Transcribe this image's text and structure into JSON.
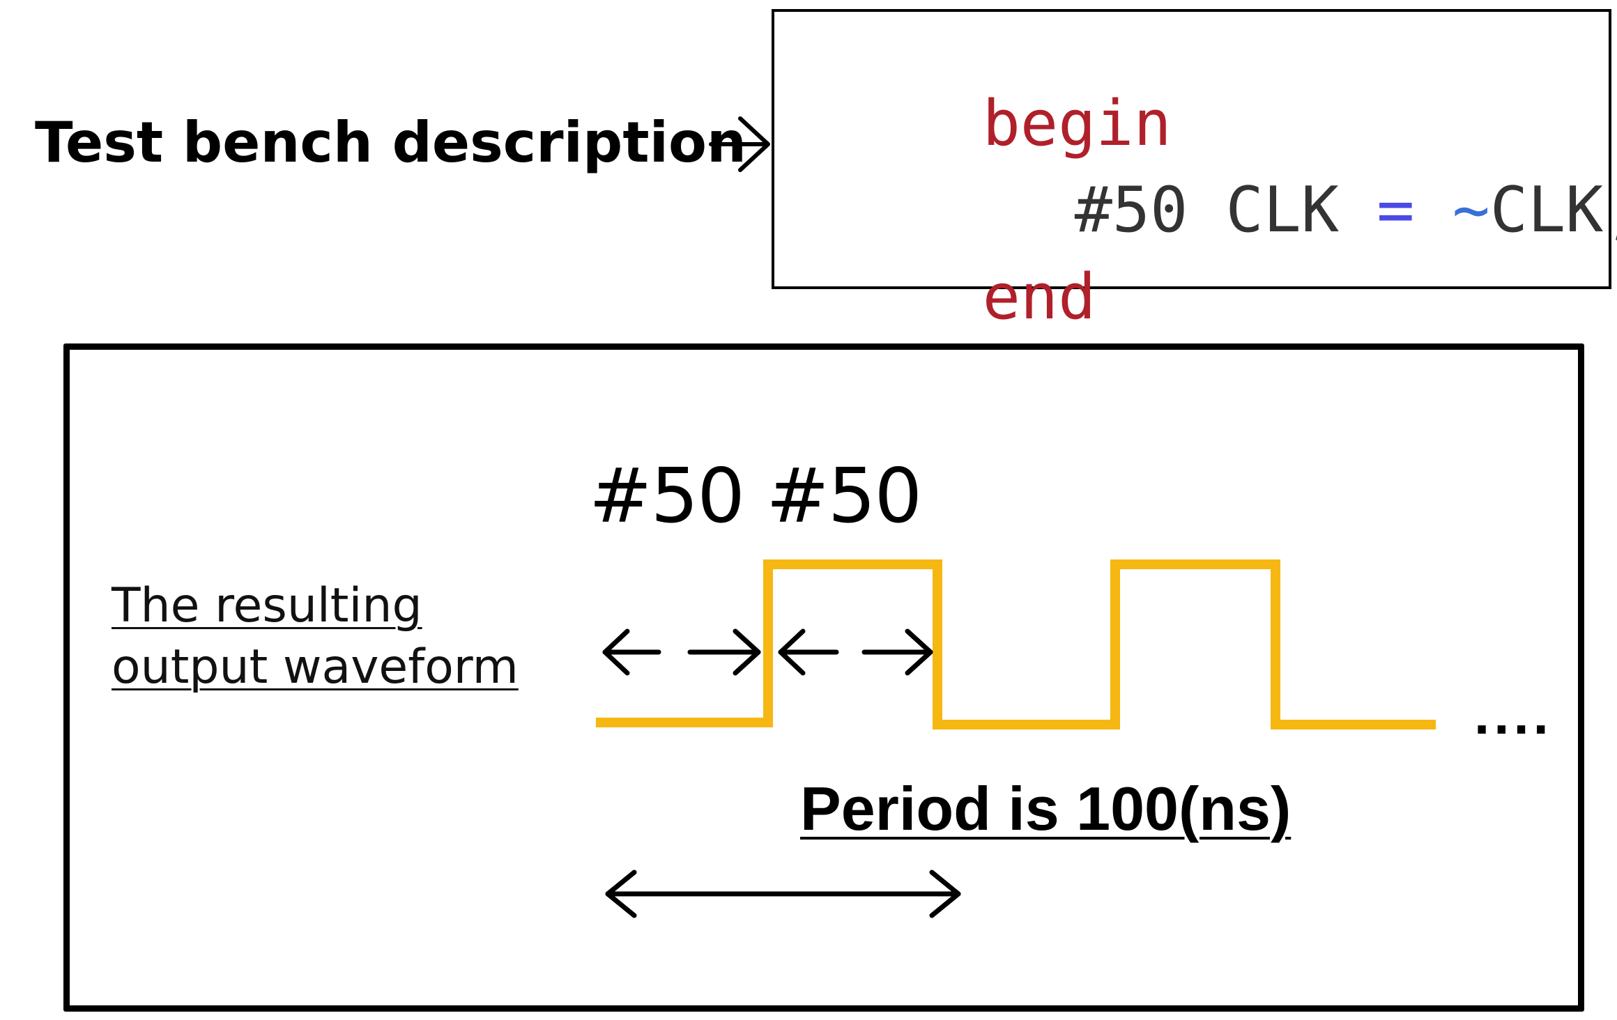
{
  "heading": "Test bench description",
  "code": {
    "line1_kw": "begin",
    "line2_delay": "#50",
    "line2_sig": "CLK",
    "line2_op": "=",
    "line2_tilde": "~",
    "line2_rhs": "CLK;",
    "line3_kw": "end"
  },
  "waveform": {
    "label_line1": "The resulting",
    "label_line2": "output waveform",
    "delay1": "#50",
    "delay2": "#50",
    "period_text": "Period is 100(ns)",
    "continuation": "...."
  },
  "colors": {
    "waveform": "#f6b712",
    "keyword": "#b0202a",
    "operator": "#4a4ae6"
  }
}
